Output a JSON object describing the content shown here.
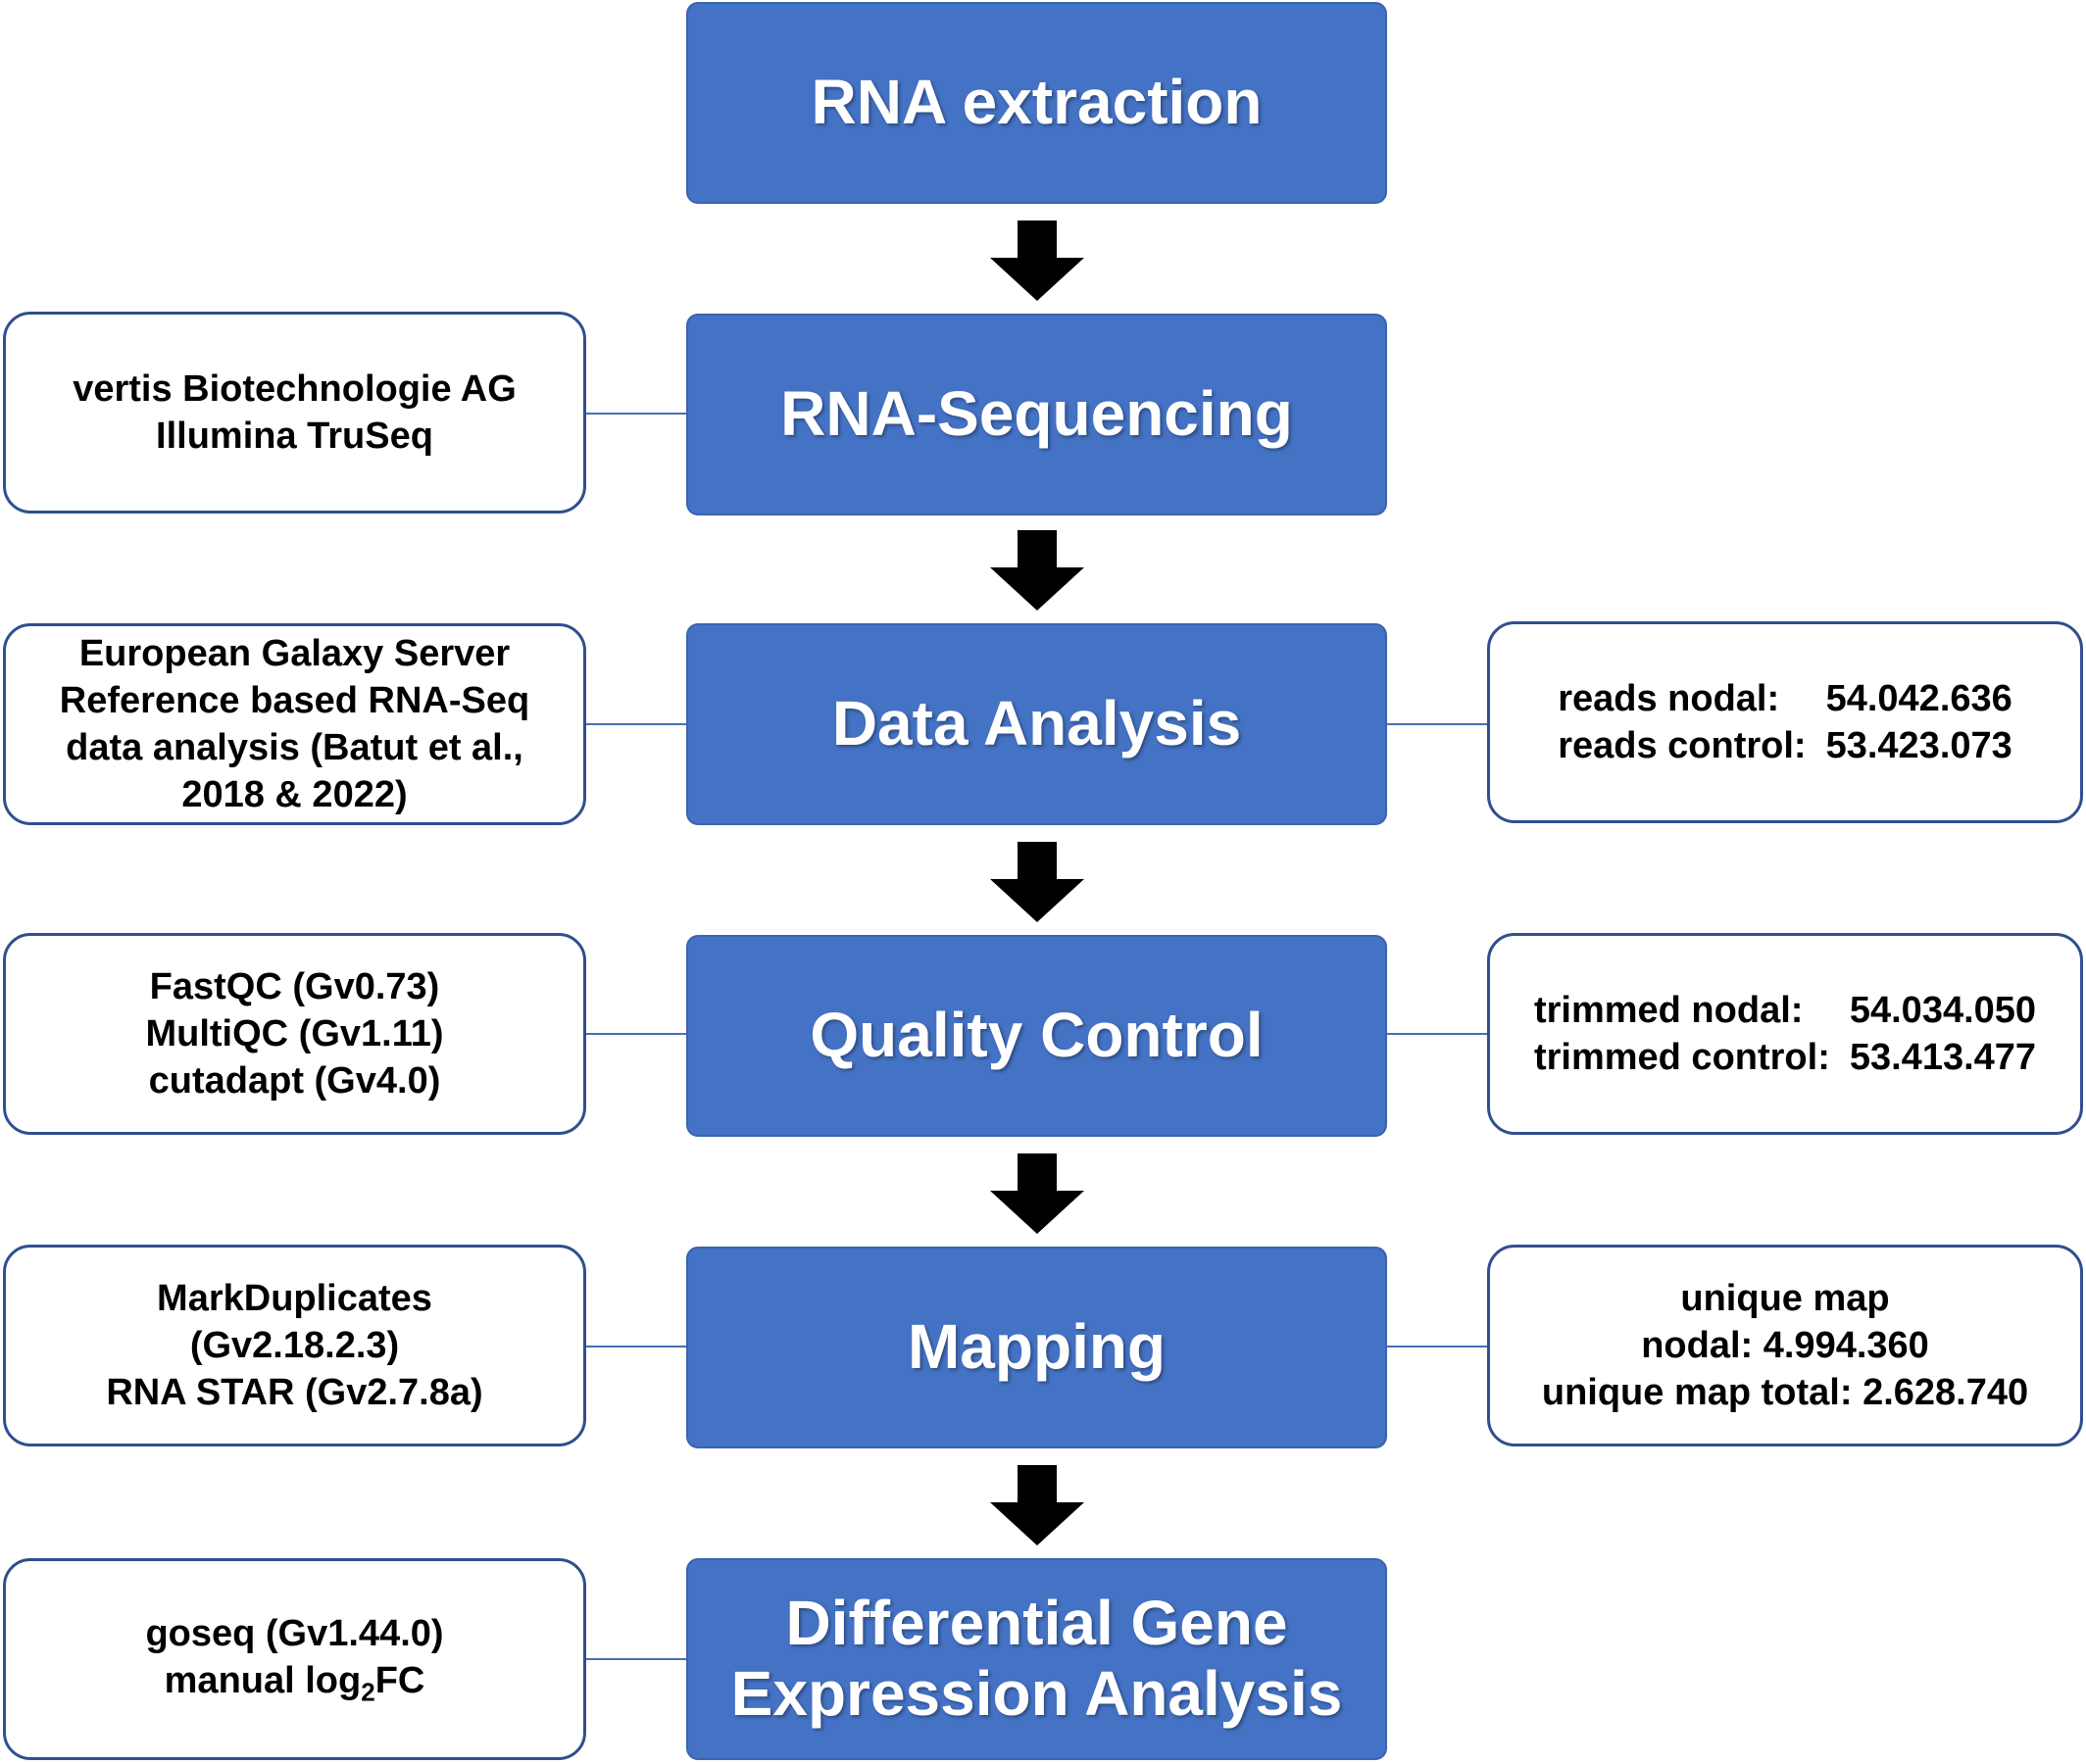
{
  "steps": [
    "RNA extraction",
    "RNA-Sequencing",
    "Data Analysis",
    "Quality Control",
    "Mapping",
    "Differential Gene\nExpression Analysis"
  ],
  "left_notes": {
    "sequencing": [
      "vertis Biotechnologie AG",
      "Illumina TruSeq"
    ],
    "analysis": [
      "European Galaxy Server",
      "Reference based RNA-Seq",
      "data analysis (Batut et al.,",
      "2018 & 2022)"
    ],
    "quality": [
      "FastQC (Gv0.73)",
      "MultiQC (Gv1.11)",
      "cutadapt (Gv4.0)"
    ],
    "mapping": [
      "MarkDuplicates",
      "(Gv2.18.2.3)",
      "RNA STAR (Gv2.7.8a)"
    ],
    "dge": {
      "line1": "goseq (Gv1.44.0)",
      "line2_prefix": "manual log",
      "line2_sub": "2",
      "line2_suffix": "FC"
    }
  },
  "right_notes": {
    "analysis": [
      {
        "label": "reads nodal:",
        "value": "54.042.636"
      },
      {
        "label": "reads control:",
        "value": "53.423.073"
      }
    ],
    "quality": [
      {
        "label": "trimmed nodal:",
        "value": "54.034.050"
      },
      {
        "label": "trimmed control:",
        "value": "53.413.477"
      }
    ],
    "mapping": [
      "unique map",
      "nodal: 4.994.360",
      "unique map total: 2.628.740"
    ]
  },
  "colors": {
    "step_fill": "#4472c4",
    "connector": "#4a6fb0",
    "arrow": "#000000"
  }
}
